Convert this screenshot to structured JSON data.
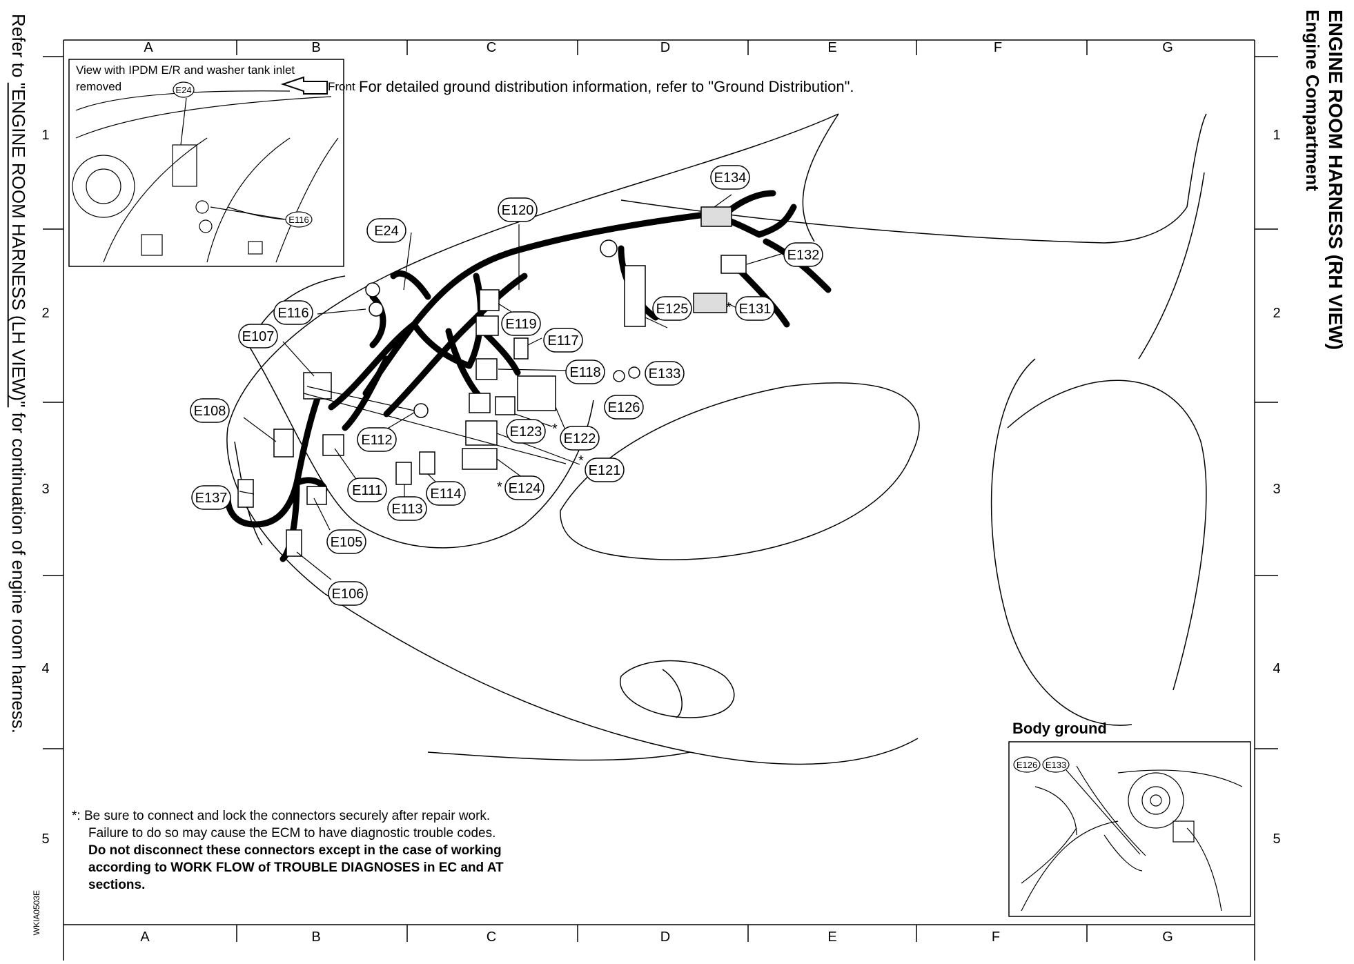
{
  "side_note": {
    "prefix": "Refer to ",
    "link": "\"ENGINE ROOM HARNESS (LH VIEW)\"",
    "suffix": " for continuation of engine room harness."
  },
  "title": {
    "line1": "ENGINE ROOM HARNESS (RH VIEW)",
    "line2": "Engine Compartment"
  },
  "grid": {
    "columns": [
      "A",
      "B",
      "C",
      "D",
      "E",
      "F",
      "G"
    ],
    "rows": [
      "1",
      "2",
      "3",
      "4",
      "5"
    ]
  },
  "ground_note": "For detailed ground distribution information, refer to \"Ground Distribution\".",
  "inset_top": {
    "caption": "View with IPDM E/R and washer tank inlet removed",
    "front_label": "Front",
    "connectors": [
      "E24",
      "E116"
    ]
  },
  "inset_bottom": {
    "title": "Body ground",
    "connectors": [
      "E126",
      "E133"
    ]
  },
  "connectors": {
    "e24": "E24",
    "e116": "E116",
    "e107": "E107",
    "e108": "E108",
    "e137": "E137",
    "e105": "E105",
    "e106": "E106",
    "e111": "E111",
    "e112": "E112",
    "e113": "E113",
    "e114": "E114",
    "e120": "E120",
    "e119": "E119",
    "e117": "E117",
    "e118": "E118",
    "e123": "E123",
    "e122": "E122",
    "e121": "E121",
    "e124": "E124",
    "e125": "E125",
    "e126": "E126",
    "e133": "E133",
    "e134": "E134",
    "e132": "E132",
    "e131": "E131"
  },
  "asterisk": "*",
  "footnote": {
    "marker": "*:",
    "line1": "Be sure to connect and lock the connectors securely after repair work.",
    "line2": "Failure to do so may cause the ECM to have diagnostic trouble codes.",
    "line3": "Do not disconnect these connectors except in the case of working",
    "line4": "according to WORK FLOW of TROUBLE DIAGNOSES in EC and AT",
    "line5": "sections."
  },
  "figure_code": "WKIA0503E"
}
